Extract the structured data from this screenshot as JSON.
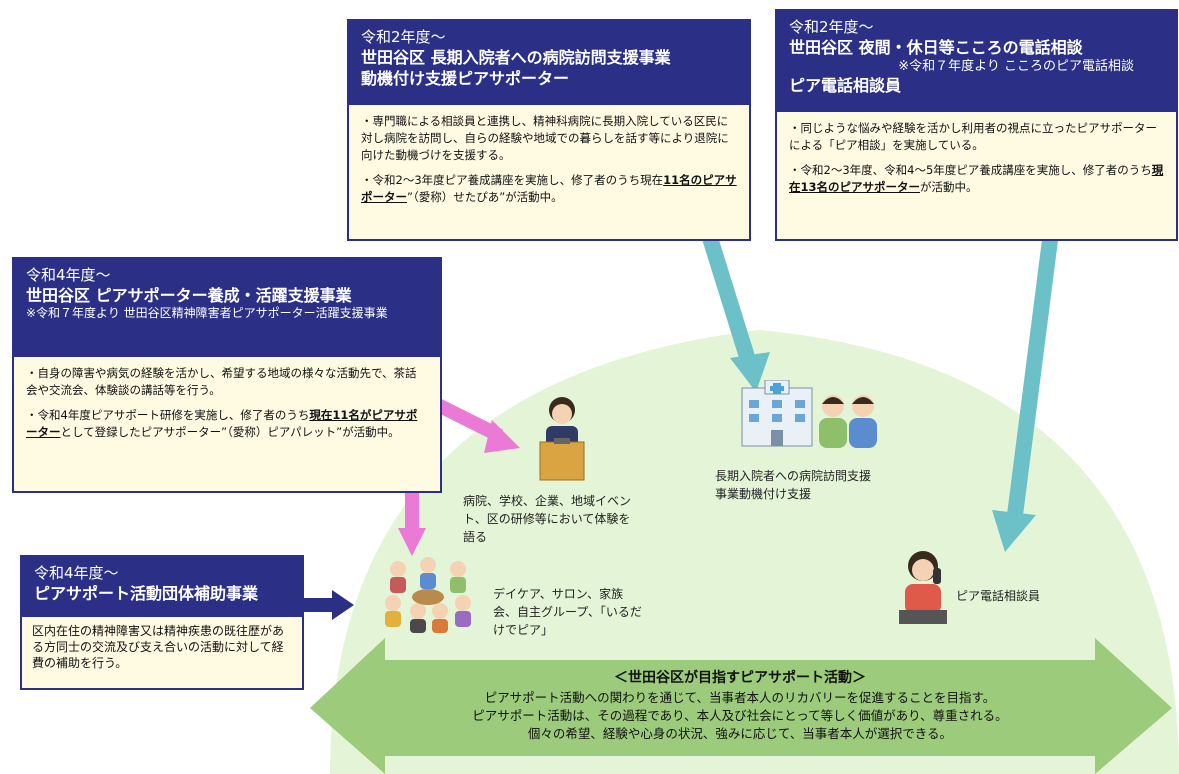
{
  "box_hospital": {
    "year": "令和2年度～",
    "title1": "世田谷区 長期入院者への病院訪問支援事業",
    "title2": "動機付け支援ピアサポーター",
    "p1": "・専門職による相談員と連携し、精神科病院に長期入院している区民に対し病院を訪問し、自らの経験や地域での暮らしを話す等により退院に向けた動機づけを支援する。",
    "p2_a": "・令和2～3年度ピア養成講座を実施し、修了者のうち現在",
    "p2_em": "11名のピアサポーター",
    "p2_b": "”（愛称）せたぴあ”が活動中。"
  },
  "box_phone": {
    "year": "令和2年度～",
    "title1": "世田谷区 夜間・休日等こころの電話相談",
    "note": "※令和７年度より こころのピア電話相談",
    "title2": "ピア電話相談員",
    "p1": "・同じような悩みや経験を活かし利用者の視点に立ったピアサポーターによる「ピア相談」を実施している。",
    "p2_a": "・令和2～3年度、令和4～5年度ピア養成講座を実施し、修了者のうち",
    "p2_em": "現在13名のピアサポーター",
    "p2_b": "が活動中。"
  },
  "box_training": {
    "year": "令和4年度～",
    "title1": "世田谷区 ピアサポーター養成・活躍支援事業",
    "note": "※令和７年度より 世田谷区精神障害者ピアサポーター活躍支援事業",
    "p1": "・自身の障害や病気の経験を活かし、希望する地域の様々な活動先で、茶話会や交流会、体験談の講話等を行う。",
    "p2_a": "・令和4年度ピアサポート研修を実施し、修了者のうち",
    "p2_em": "現在11名がピアサポーター",
    "p2_b": "として登録したピアサポーター”（愛称）ピアパレット”が活動中。"
  },
  "box_grant": {
    "year": "令和4年度～",
    "title1": "ピアサポート活動団体補助事業",
    "p1": "区内在住の精神障害又は精神疾患の既往歴がある方同士の交流及び支え合いの活動に対して経費の補助を行う。"
  },
  "labels": {
    "speech": "病院、学校、企業、地域イベント、区の研修等において体験を語る",
    "hospital": "長期入院者への病院訪問支援事業動機付け支援",
    "group": "デイケア、サロン、家族会、自主グループ、「いるだけでピア」",
    "phone": "ピア電話相談員"
  },
  "banner": {
    "title": "＜世田谷区が目指すピアサポート活動＞",
    "line1": "ピアサポート活動への関わりを通じて、当事者本人のリカバリーを促進することを目指す。",
    "line2": "ピアサポート活動は、その過程であり、本人及び社会にとって等しく価値があり、尊重される。",
    "line3": "個々の希望、経験や心身の状況、強みに応じて、当事者本人が選択できる。"
  },
  "colors": {
    "navy": "#2b2f86",
    "yellow_box": "#fffbe3",
    "dome": "#e3f5d6",
    "banner": "#9ccb7c",
    "teal_arrow": "#6cc0c8",
    "pink_arrow": "#ea7ad6"
  },
  "icons": [
    "speaker-at-podium-icon",
    "hospital-building-icon",
    "two-people-icon",
    "group-circle-icon",
    "phone-operator-icon"
  ]
}
